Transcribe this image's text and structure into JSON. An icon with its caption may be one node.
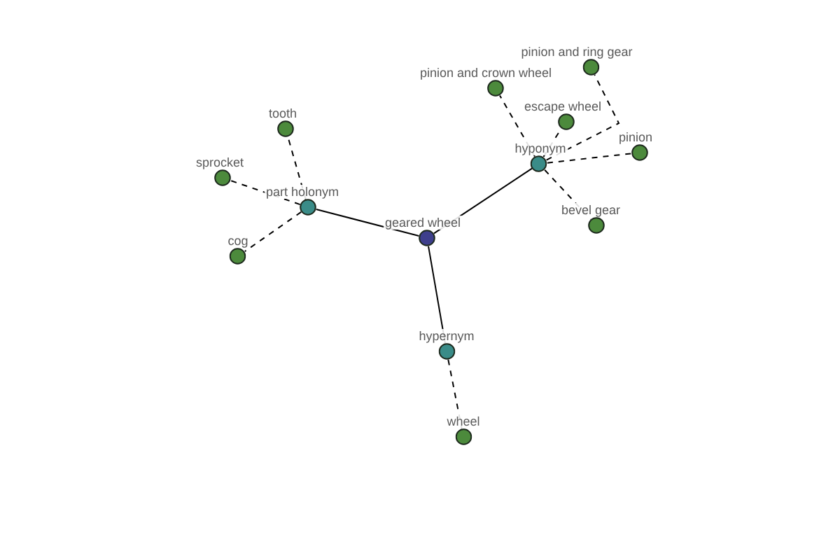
{
  "diagram": {
    "nodes": [
      {
        "text": [
          "geared wheel"
        ]
      },
      {
        "text": [
          "part holonym"
        ]
      },
      {
        "text": [
          "tooth"
        ]
      },
      {
        "text": [
          "sprocket"
        ]
      },
      {
        "text": [
          "cog"
        ]
      },
      {
        "text": [
          "hyponym"
        ]
      },
      {
        "text": [
          "pinion and crown wheel"
        ]
      },
      {
        "text": [
          "pinion and ring gear"
        ]
      },
      {
        "text": [
          "escape wheel"
        ]
      },
      {
        "text": [
          "pinion"
        ]
      },
      {
        "text": [
          "bevel gear"
        ]
      },
      {
        "text": [
          "hypernym"
        ]
      },
      {
        "text": [
          "wheel"
        ]
      }
    ],
    "edges": [
      {
        "from": 0,
        "to": 1,
        "arrow": "none"
      },
      {
        "from": 0,
        "to": 5,
        "arrow": "none"
      },
      {
        "from": 0,
        "to": 11,
        "arrow": "none"
      },
      {
        "from": 1,
        "to": 2,
        "arrow": "none",
        "style": "dashed"
      },
      {
        "from": 1,
        "to": 3,
        "arrow": "none",
        "style": "dashed"
      },
      {
        "from": 1,
        "to": 4,
        "arrow": "none",
        "style": "dashed"
      },
      {
        "from": 5,
        "to": 6,
        "arrow": "none",
        "style": "dashed"
      },
      {
        "from": 5,
        "to": 7,
        "arrow": "none",
        "style": "dashed"
      },
      {
        "from": 5,
        "to": 8,
        "arrow": "none",
        "style": "dashed"
      },
      {
        "from": 5,
        "to": 9,
        "arrow": "none",
        "style": "dashed"
      },
      {
        "from": 5,
        "to": 10,
        "arrow": "none",
        "style": "dashed"
      },
      {
        "from": 11,
        "to": 12,
        "arrow": "none",
        "style": "dashed"
      }
    ]
  }
}
